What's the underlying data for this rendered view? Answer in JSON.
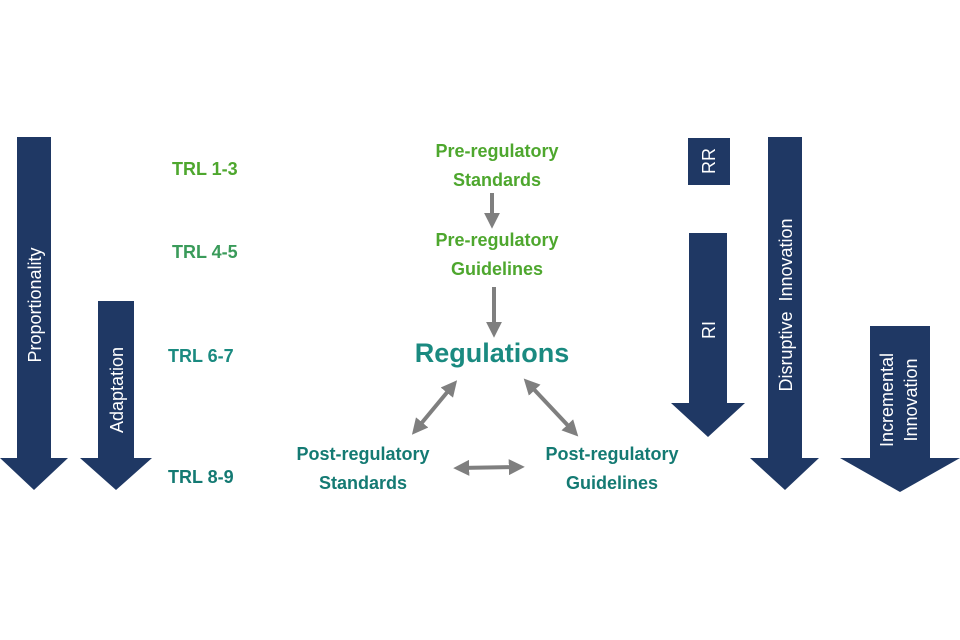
{
  "colors": {
    "navy": "#1f3864",
    "green_light": "#4ea72e",
    "green_mid": "#3a9b5a",
    "teal": "#1a8a80",
    "teal_dark": "#147a73",
    "grey_arrow": "#7f7f7f"
  },
  "left_arrows": {
    "proportionality": "Proportionality",
    "adaptation": "Adaptation"
  },
  "trl_levels": [
    "TRL 1-3",
    "TRL 4-5",
    "TRL 6-7",
    "TRL 8-9"
  ],
  "flow": {
    "pre_standards": [
      "Pre-regulatory",
      "Standards"
    ],
    "pre_guidelines": [
      "Pre-regulatory",
      "Guidelines"
    ],
    "regulations": "Regulations",
    "post_standards": [
      "Post-regulatory",
      "Standards"
    ],
    "post_guidelines": [
      "Post-regulatory",
      "Guidelines"
    ]
  },
  "right_arrows": {
    "rr": "RR",
    "ri": "RI",
    "disruptive": "Disruptive  Innovation",
    "incremental": [
      "Incremental",
      "Innovation"
    ]
  },
  "icons": [
    "down-arrow-icon",
    "bidirectional-arrow-icon"
  ]
}
